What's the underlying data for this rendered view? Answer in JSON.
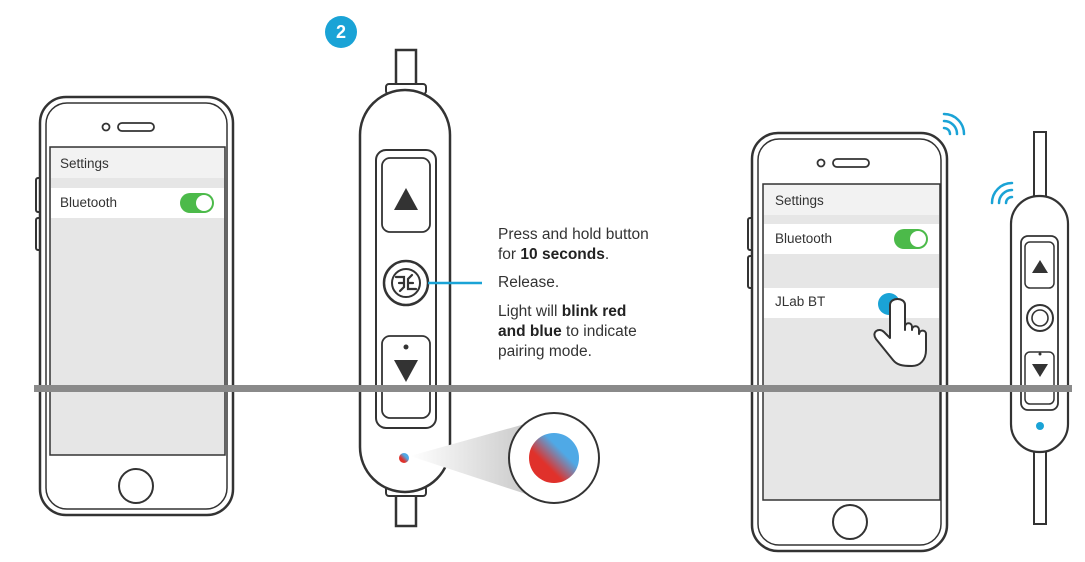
{
  "step": {
    "number": "2"
  },
  "phone_left": {
    "header": "Settings",
    "bluetooth_label": "Bluetooth",
    "bluetooth_on": true
  },
  "phone_right": {
    "header": "Settings",
    "bluetooth_label": "Bluetooth",
    "bluetooth_on": true,
    "device_name": "JLab BT"
  },
  "instructions": {
    "line1_a": "Press and hold button",
    "line1_b_pre": "for ",
    "line1_b_bold": "10 seconds",
    "line1_b_post": ".",
    "line2": "Release.",
    "line3_a_pre": "Light will ",
    "line3_a_bold": "blink red",
    "line3_b_bold": "and blue",
    "line3_b_post": " to indicate",
    "line3_c": "pairing mode."
  },
  "colors": {
    "accent": "#1aa3d6",
    "toggle_green": "#4cba4a",
    "led_red": "#e0312b",
    "led_blue": "#4fa9e6",
    "outline": "#333333",
    "screen_bg": "#e6e6e6",
    "divider_line": "#8a8a8a"
  }
}
